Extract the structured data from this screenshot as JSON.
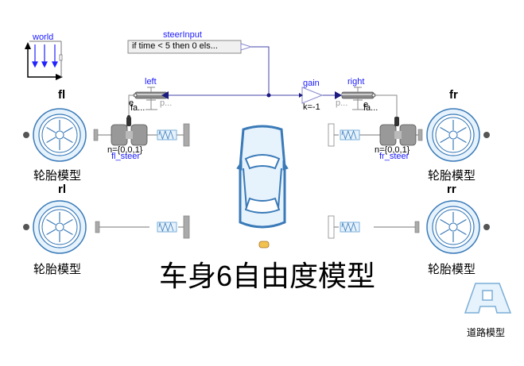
{
  "diagram": {
    "world": {
      "label": "world"
    },
    "steer_input": {
      "label": "steerInput",
      "expression": "if time < 5 then 0 els..."
    },
    "gain": {
      "label": "gain",
      "param": "k=-1"
    },
    "left_actuator": {
      "label": "left",
      "port_e": "e",
      "port_fa": "fa...",
      "port_p": "p..."
    },
    "right_actuator": {
      "label": "right",
      "port_e": "e",
      "port_fa": "fa...",
      "port_p": "p..."
    },
    "fl_steer": {
      "label": "fl_steer",
      "param": "n={0,0,1}"
    },
    "fr_steer": {
      "label": "fr_steer",
      "param": "n={0,0,1}"
    },
    "wheels": [
      {
        "name": "fl",
        "caption": "轮胎模型"
      },
      {
        "name": "rl",
        "caption": "轮胎模型"
      },
      {
        "name": "fr",
        "caption": "轮胎模型"
      },
      {
        "name": "rr",
        "caption": "轮胎模型"
      }
    ],
    "body_title": "车身6自由度模型",
    "road": {
      "caption": "道路模型"
    },
    "colors": {
      "connector_blue": "#1a1ab0",
      "icon_blue": "#3a7ab8",
      "icon_fill": "#e6f2fc",
      "line_grey": "#7a7a7a",
      "label_blue": "#1a1aff"
    }
  }
}
